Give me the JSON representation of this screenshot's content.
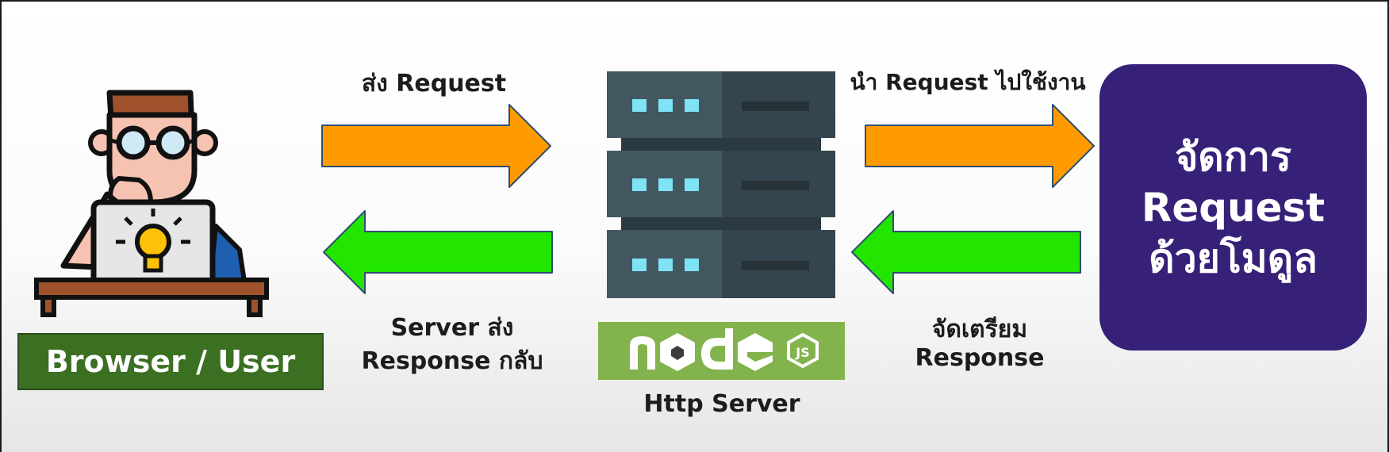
{
  "labels": {
    "send_request": "ส่ง Request",
    "server_send_response_line1": "Server ส่ง",
    "server_send_response_line2": "Response กลับ",
    "use_request": "นำ Request ไปใช้งาน",
    "prepare_response_line1": "จัดเตรียม",
    "prepare_response_line2": "Response",
    "http_server": "Http Server",
    "browser_user": "Browser / User"
  },
  "module_box": {
    "line1": "จัดการ",
    "line2": "Request",
    "line3": "ด้วยโมดูล"
  },
  "colors": {
    "request_arrow": "#ff9a00",
    "response_arrow": "#22e600",
    "arrow_outline": "#2f4f6f",
    "module_bg": "#372178",
    "user_box_bg": "#3b6f22",
    "node_bg": "#83b34c",
    "server_dark": "#34454f",
    "server_light": "#435761",
    "server_led": "#7ee3f5"
  },
  "icons": {
    "user": "user-at-laptop-icon",
    "server": "server-rack-icon",
    "node": "nodejs-logo"
  }
}
